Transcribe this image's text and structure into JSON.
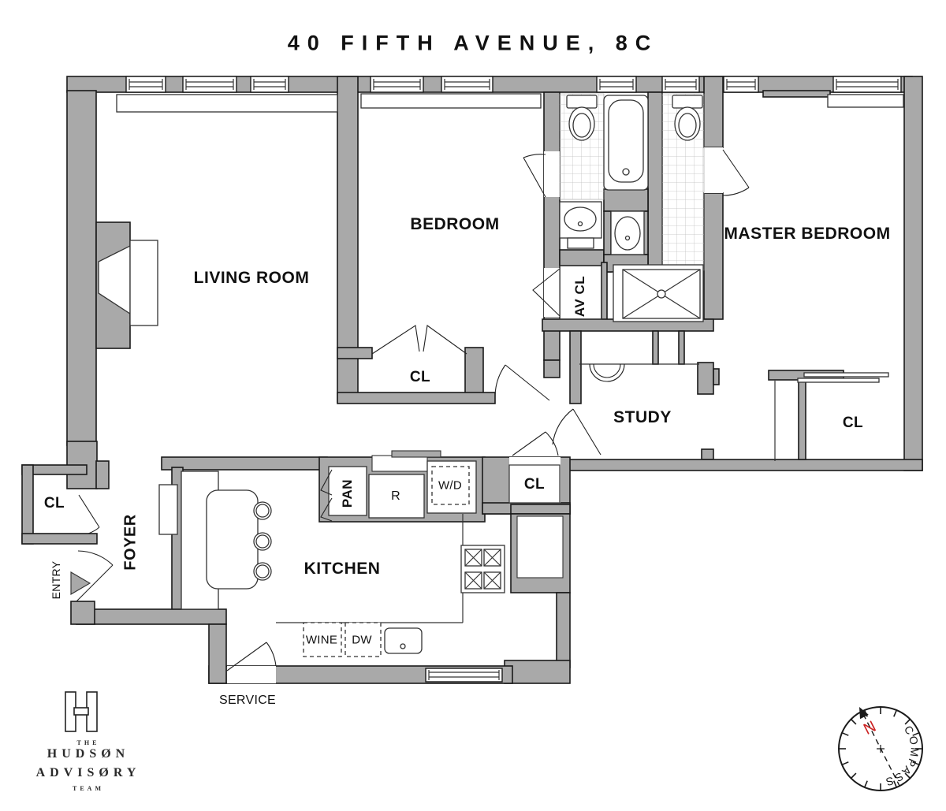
{
  "title": "40 FIFTH AVENUE, 8C",
  "rooms": {
    "living": "LIVING ROOM",
    "bedroom": "BEDROOM",
    "master": "MASTER BEDROOM",
    "study": "STUDY",
    "kitchen": "KITCHEN",
    "foyer": "FOYER"
  },
  "closets": {
    "entry_cl": "CL",
    "bedroom_cl": "CL",
    "hall_cl": "CL",
    "master_cl": "CL",
    "av_cl": "AV CL",
    "pantry": "PAN"
  },
  "appliances": {
    "refrigerator": "R",
    "washer_dryer": "W/D",
    "wine": "WINE",
    "dishwasher": "DW"
  },
  "annotations": {
    "entry": "ENTRY",
    "service": "SERVICE"
  },
  "compass": {
    "north": "N",
    "label": "COMPASS"
  },
  "logo": {
    "the": "THE",
    "name_line1": "HUDSØN",
    "name_line2": "ADVISØRY",
    "team": "TEAM"
  },
  "colors": {
    "wall": "#a9a9a9",
    "outline": "#1a1a1a",
    "north_red": "#cc2222"
  }
}
